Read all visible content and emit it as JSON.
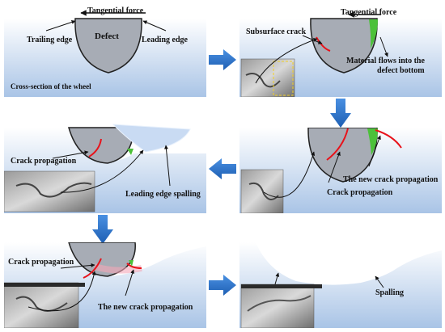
{
  "panel1": {
    "tangential_force": "Tangential force",
    "defect": "Defect",
    "trailing_edge": "Trailing edge",
    "leading_edge": "Leading edge",
    "cross_section": "Cross-section of the wheel"
  },
  "panel2": {
    "tangential_force": "Tangential force",
    "subsurface_crack": "Subsurface crack",
    "material_flows_line1": "Material flows into the",
    "material_flows_line2": "defect bottom"
  },
  "panel3": {
    "crack_propagation": "Crack propagation",
    "leading_edge_spalling": "Leading edge spalling"
  },
  "panel4": {
    "new_crack_propagation": "The new crack propagation",
    "crack_propagation": "Crack propagation"
  },
  "panel5": {
    "crack_propagation": "Crack propagation",
    "new_crack_propagation": "The new crack propagation"
  },
  "panel6": {
    "spalling": "Spalling"
  },
  "colors": {
    "panel_top": "#ffffff",
    "panel_bottom": "#a9c4e6",
    "defect_fill": "#a7acb5",
    "crack": "#e8131b",
    "material_flow": "#4cc13a",
    "flow_arrow": "#2f7fd0"
  }
}
